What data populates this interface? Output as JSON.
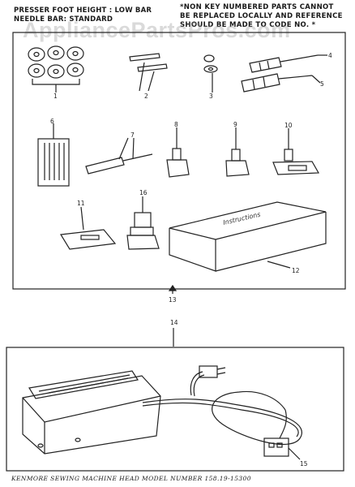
{
  "header": {
    "left_lines": [
      "PRESSER FOOT HEIGHT : LOW BAR",
      "NEEDLE BAR: STANDARD"
    ],
    "right_lines": [
      "*NON KEY NUMBERED PARTS CANNOT",
      "BE REPLACED LOCALLY AND REFERENCE",
      "SHOULD BE MADE TO CODE NO. *"
    ],
    "watermark": "AppliancePartsPros.com"
  },
  "callouts": {
    "c1": "1",
    "c2": "2",
    "c3": "3",
    "c4": "4",
    "c5": "5",
    "c6": "6",
    "c7": "7",
    "c8": "8",
    "c9": "9",
    "c10": "10",
    "c11": "11",
    "c12": "12",
    "c13": "13",
    "c14": "14",
    "c15": "15",
    "c16": "16"
  },
  "box_label": "Instructions",
  "footer": {
    "caption": "KENMORE SEWING MACHINE HEAD MODEL NUMBER 158.19-15300"
  }
}
